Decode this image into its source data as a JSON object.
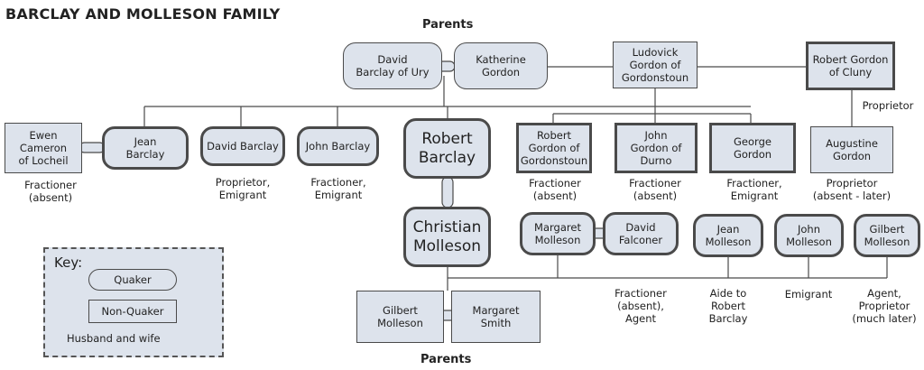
{
  "title": "BARCLAY AND MOLLESON FAMILY",
  "headings": {
    "top": "Parents",
    "bottom": "Parents"
  },
  "people": {
    "david_barclay_ury": "David\nBarclay of Ury",
    "katherine_gordon": "Katherine\nGordon",
    "ludovick_gordon": "Ludovick\nGordon of\nGordonstoun",
    "robert_gordon_cluny": "Robert Gordon\nof Cluny",
    "ewen_cameron": "Ewen\nCameron\nof Locheil",
    "jean_barclay": "Jean\nBarclay",
    "david_barclay": "David Barclay",
    "john_barclay": "John Barclay",
    "robert_barclay": "Robert\nBarclay",
    "christian_molleson": "Christian\nMolleson",
    "robert_gordon_gordonstoun": "Robert\nGordon of\nGordonstoun",
    "john_gordon_durno": "John\nGordon of\nDurno",
    "george_gordon": "George\nGordon",
    "augustine_gordon": "Augustine\nGordon",
    "margaret_molleson": "Margaret\nMolleson",
    "david_falconer": "David\nFalconer",
    "jean_molleson": "Jean\nMolleson",
    "john_molleson": "John\nMolleson",
    "gilbert_molleson_child": "Gilbert\nMolleson",
    "gilbert_molleson_parent": "Gilbert\nMolleson",
    "margaret_smith": "Margaret\nSmith"
  },
  "annotations": {
    "cluny": "Proprietor",
    "ewen": "Fractioner\n(absent)",
    "david_barclay": "Proprietor,\nEmigrant",
    "john_barclay": "Fractioner,\nEmigrant",
    "robert_gordonstoun": "Fractioner\n(absent)",
    "john_durno": "Fractioner\n(absent)",
    "george": "Fractioner,\nEmigrant",
    "augustine": "Proprietor\n(absent - later)",
    "margaret_david": "Fractioner\n(absent),\nAgent",
    "jean_molleson": "Aide to\nRobert\nBarclay",
    "john_molleson": "Emigrant",
    "gilbert_molleson": "Agent,\nProprietor\n(much later)"
  },
  "key": {
    "title": "Key:",
    "quaker": "Quaker",
    "non_quaker": "Non-Quaker",
    "husband_wife": "Husband and wife"
  },
  "colors": {
    "box_fill": "#dde3ec",
    "line": "#4a4a4a"
  }
}
